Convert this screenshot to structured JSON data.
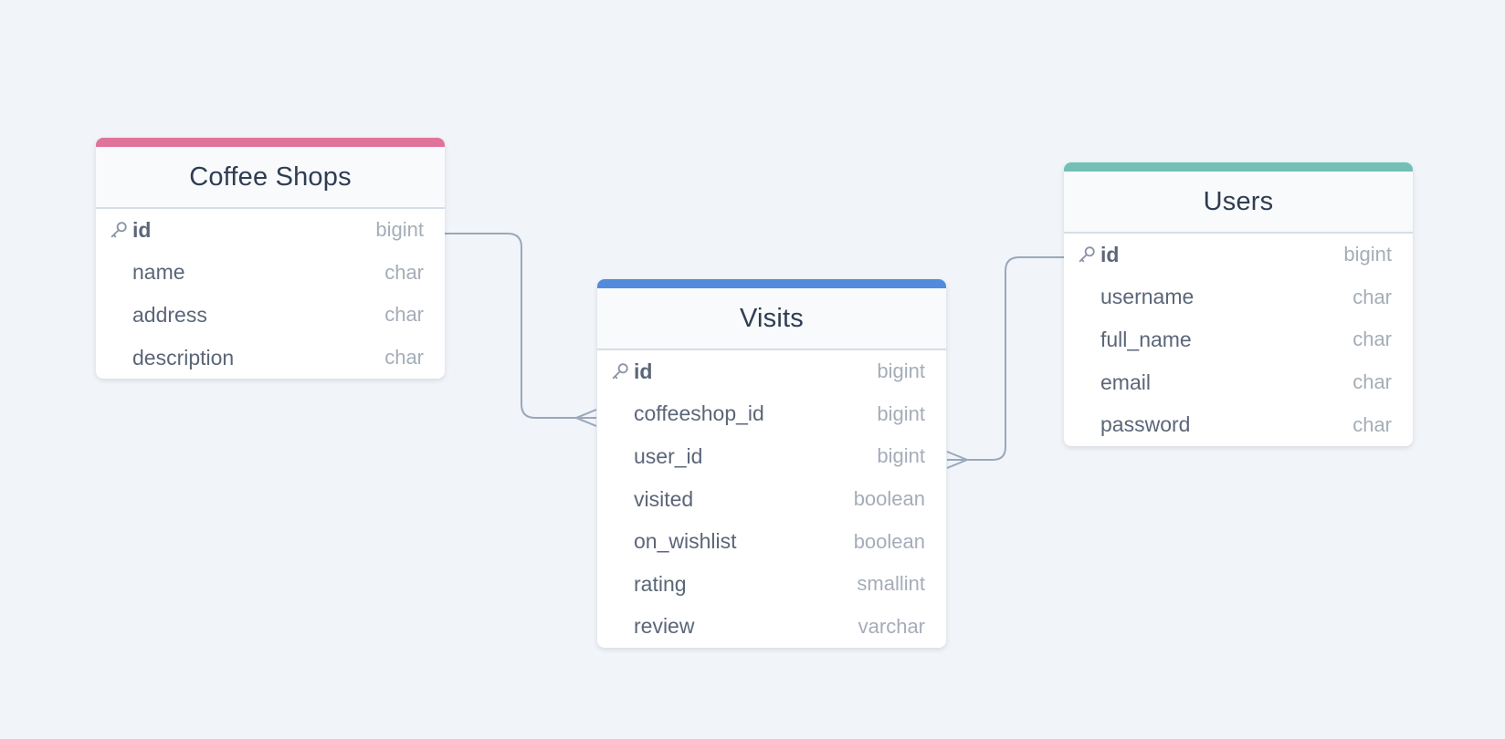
{
  "diagram": {
    "tables": [
      {
        "id": "coffee_shops",
        "title": "Coffee Shops",
        "color": "#e07399",
        "columns": [
          {
            "name": "id",
            "type": "bigint",
            "primary_key": true
          },
          {
            "name": "name",
            "type": "char"
          },
          {
            "name": "address",
            "type": "char"
          },
          {
            "name": "description",
            "type": "char"
          }
        ]
      },
      {
        "id": "visits",
        "title": "Visits",
        "color": "#528bde",
        "columns": [
          {
            "name": "id",
            "type": "bigint",
            "primary_key": true
          },
          {
            "name": "coffeeshop_id",
            "type": "bigint"
          },
          {
            "name": "user_id",
            "type": "bigint"
          },
          {
            "name": "visited",
            "type": "boolean"
          },
          {
            "name": "on_wishlist",
            "type": "boolean"
          },
          {
            "name": "rating",
            "type": "smallint"
          },
          {
            "name": "review",
            "type": "varchar"
          }
        ]
      },
      {
        "id": "users",
        "title": "Users",
        "color": "#72bfb4",
        "columns": [
          {
            "name": "id",
            "type": "bigint",
            "primary_key": true
          },
          {
            "name": "username",
            "type": "char"
          },
          {
            "name": "full_name",
            "type": "char"
          },
          {
            "name": "email",
            "type": "char"
          },
          {
            "name": "password",
            "type": "char"
          }
        ]
      }
    ],
    "relations": [
      {
        "from": "coffee_shops.id",
        "to": "visits.coffeeshop_id",
        "cardinality": "one-to-many"
      },
      {
        "from": "users.id",
        "to": "visits.user_id",
        "cardinality": "one-to-many"
      }
    ],
    "colors": {
      "background": "#f1f5f9",
      "connector": "#9aa8bb",
      "key_icon": "#8b95a5"
    }
  }
}
